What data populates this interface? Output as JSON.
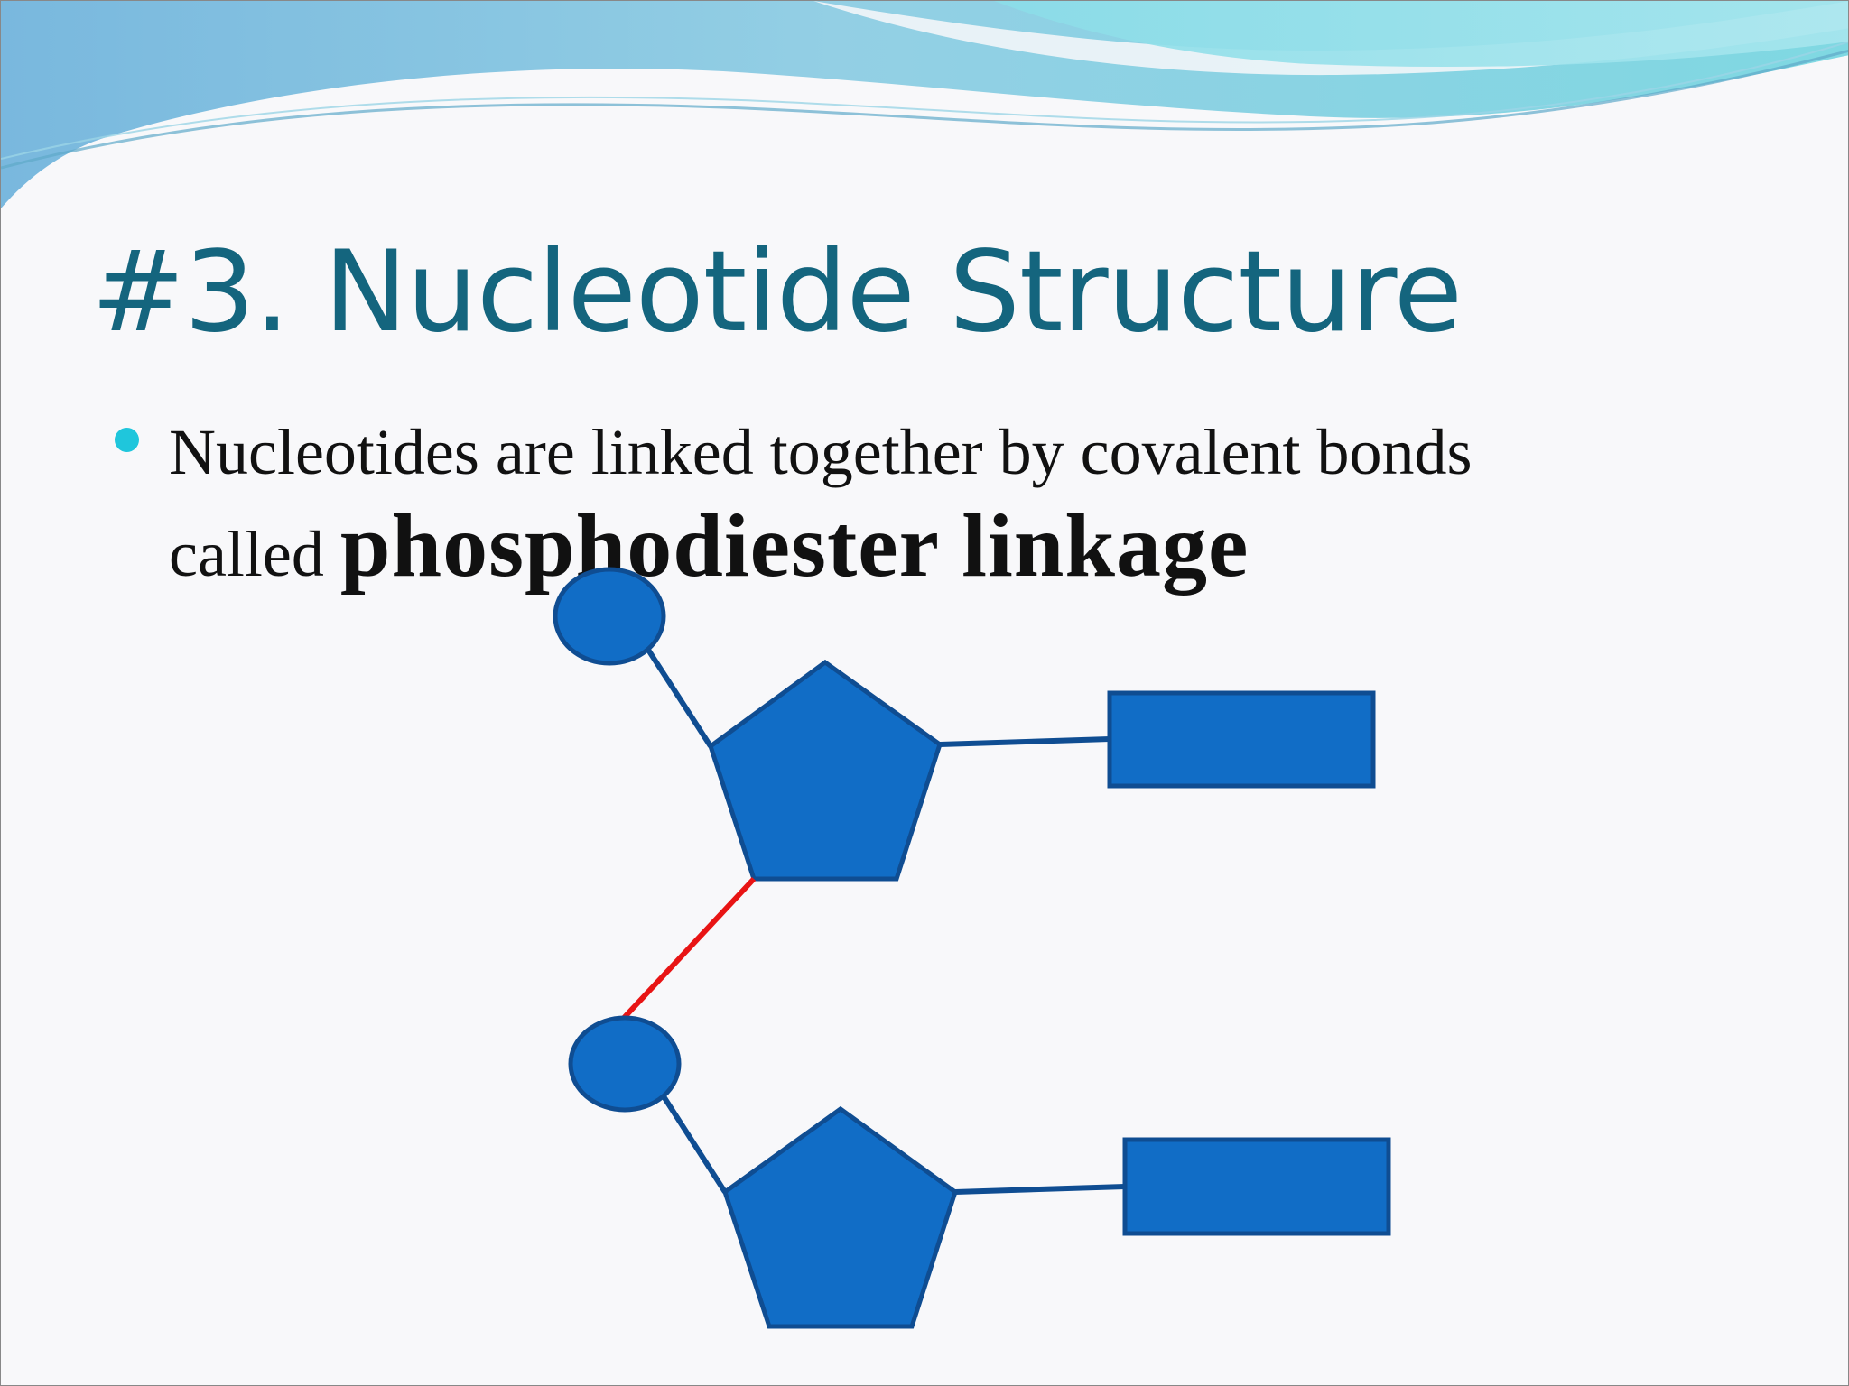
{
  "slide": {
    "title": "#3. Nucleotide Structure",
    "bullet": {
      "line1": "Nucleotides are linked together by covalent bonds",
      "line2_prefix": "called ",
      "line2_emphasis": "phosphodiester linkage"
    }
  },
  "colors": {
    "title": "#14657e",
    "bullet_dot": "#1fc6dc",
    "shape_fill": "#116dc6",
    "shape_stroke": "#0f4d92",
    "linkage": "#e81414",
    "wave_light": "#8ed9e6",
    "wave_mid": "#7fc6e3"
  }
}
